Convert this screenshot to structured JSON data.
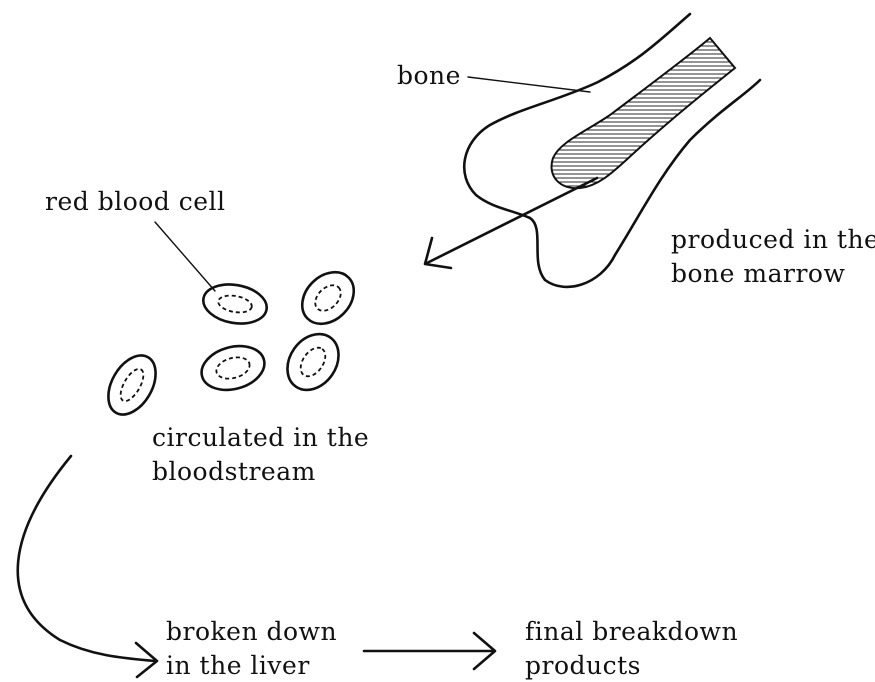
{
  "labels": {
    "bone": "bone",
    "red_blood_cell": "red blood cell",
    "produced_line1": "produced in the",
    "produced_line2": "bone marrow",
    "circulated_line1": "circulated in the",
    "circulated_line2": "bloodstream",
    "broken_line1": "broken down",
    "broken_line2": "in the liver",
    "final_line1": "final breakdown",
    "final_line2": "products"
  }
}
